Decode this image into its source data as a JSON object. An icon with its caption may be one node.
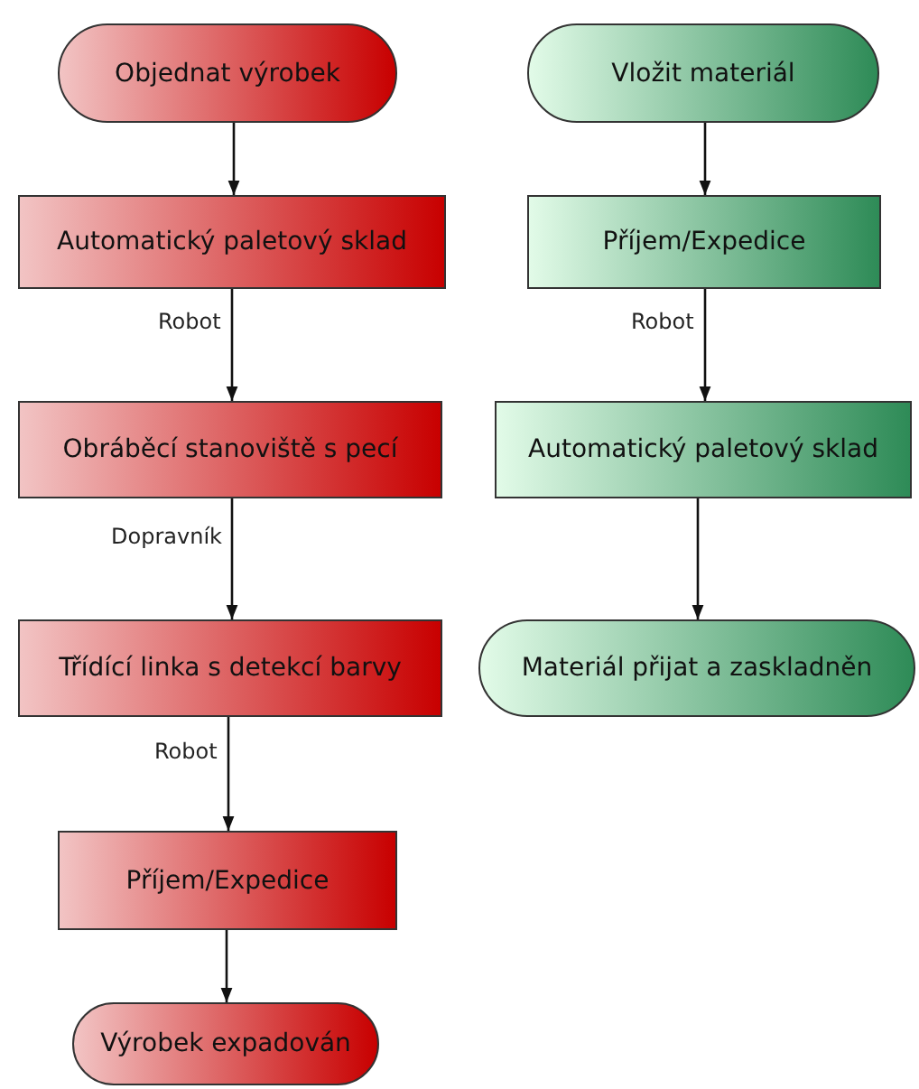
{
  "diagram": {
    "nodes": [
      {
        "text": [
          "Objednat výrobek"
        ]
      },
      {
        "text": [
          "Automatický paletový sklad"
        ]
      },
      {
        "text": [
          "Obráběcí stanoviště s pecí"
        ]
      },
      {
        "text": [
          "Třídící linka s detekcí barvy"
        ]
      },
      {
        "text": [
          "Příjem/Expedice"
        ]
      },
      {
        "text": [
          "Výrobek expadován"
        ]
      },
      {
        "text": [
          "Vložit materiál"
        ]
      },
      {
        "text": [
          "Příjem/Expedice"
        ]
      },
      {
        "text": [
          "Automatický paletový sklad"
        ]
      },
      {
        "text": [
          "Materiál přijat a zaskladněn"
        ]
      }
    ],
    "edges": [
      {
        "from": 0,
        "to": 1,
        "arrow": "to"
      },
      {
        "from": 1,
        "to": 2,
        "arrow": "to",
        "label": "Robot"
      },
      {
        "from": 2,
        "to": 3,
        "arrow": "to",
        "label": "Dopravník"
      },
      {
        "from": 3,
        "to": 4,
        "arrow": "to",
        "label": "Robot"
      },
      {
        "from": 4,
        "to": 5,
        "arrow": "to"
      },
      {
        "from": 6,
        "to": 7,
        "arrow": "to"
      },
      {
        "from": 7,
        "to": 8,
        "arrow": "to",
        "label": "Robot"
      },
      {
        "from": 8,
        "to": 9,
        "arrow": "to"
      }
    ]
  }
}
